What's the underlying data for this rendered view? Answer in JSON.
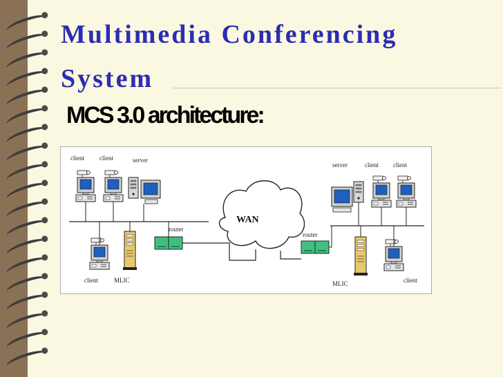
{
  "slide": {
    "title_line1": "Multimedia  Conferencing",
    "title_line2": "System",
    "subtitle": "MCS 3.0 architecture:"
  },
  "colors": {
    "title": "#2c2cb4",
    "paper": "#fbf8e1",
    "frame": "#8a7055",
    "monitor_screen": "#1f5fbf",
    "router": "#40c080",
    "tower": "#e8c86a"
  },
  "diagram": {
    "cloud_label": "WAN",
    "left_site": {
      "top_labels": [
        "client",
        "client",
        "server"
      ],
      "router_label": "router",
      "bottom_labels": [
        "client",
        "MLIC"
      ]
    },
    "right_site": {
      "top_labels": [
        "server",
        "client",
        "client"
      ],
      "router_label": "router",
      "bottom_labels": [
        "MLIC",
        "client"
      ]
    }
  }
}
